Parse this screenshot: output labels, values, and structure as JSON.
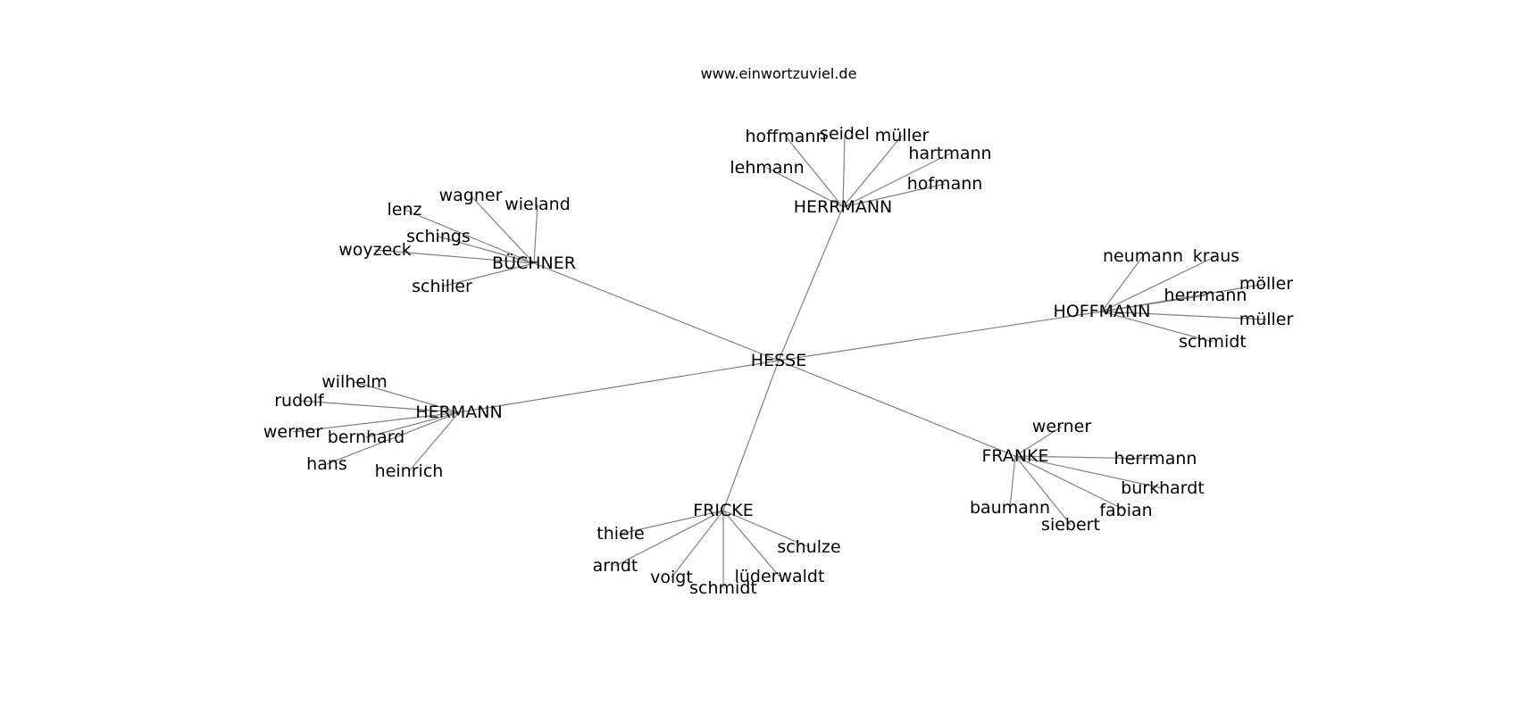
{
  "header": {
    "site": "www.einwortzuviel.de"
  },
  "graph": {
    "center": "HESSE",
    "clusters": [
      {
        "hub": "HERRMANN",
        "leaves": [
          "hoffmann",
          "seidel",
          "müller",
          "hartmann",
          "lehmann",
          "hofmann"
        ]
      },
      {
        "hub": "BÜCHNER",
        "leaves": [
          "wagner",
          "wieland",
          "lenz",
          "schings",
          "woyzeck",
          "schiller"
        ]
      },
      {
        "hub": "HOFFMANN",
        "leaves": [
          "neumann",
          "kraus",
          "möller",
          "herrmann",
          "müller",
          "schmidt"
        ]
      },
      {
        "hub": "HERMANN",
        "leaves": [
          "wilhelm",
          "rudolf",
          "werner",
          "bernhard",
          "hans",
          "heinrich"
        ]
      },
      {
        "hub": "FRANKE",
        "leaves": [
          "werner",
          "herrmann",
          "burkhardt",
          "fabian",
          "baumann",
          "siebert"
        ]
      },
      {
        "hub": "FRICKE",
        "leaves": [
          "thiele",
          "schulze",
          "arndt",
          "voigt",
          "schmidt",
          "lüderwaldt"
        ]
      }
    ]
  }
}
